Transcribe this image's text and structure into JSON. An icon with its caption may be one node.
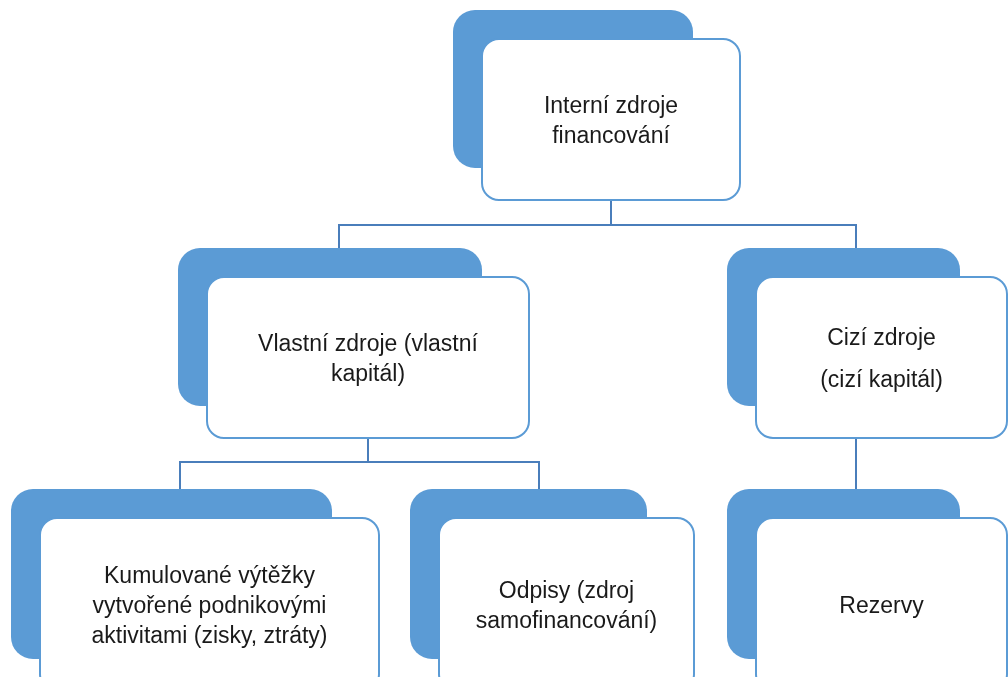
{
  "diagram": {
    "nodes": [
      {
        "text": [
          "Interní zdroje financování"
        ]
      },
      {
        "text": [
          "Vlastní zdroje (vlastní kapitál)"
        ]
      },
      {
        "text": [
          "Cizí zdroje",
          "(cizí kapitál)"
        ]
      },
      {
        "text": [
          "Kumulované výtěžky vytvořené podnikovými aktivitami (zisky, ztráty)"
        ]
      },
      {
        "text": [
          "Odpisy (zdroj samofinancování)"
        ]
      },
      {
        "text": [
          "Rezervy"
        ]
      }
    ],
    "edges": [
      {
        "from": 0,
        "to": 1,
        "arrow": "none"
      },
      {
        "from": 0,
        "to": 2,
        "arrow": "none"
      },
      {
        "from": 1,
        "to": 3,
        "arrow": "none"
      },
      {
        "from": 1,
        "to": 4,
        "arrow": "none"
      },
      {
        "from": 2,
        "to": 5,
        "arrow": "none"
      }
    ]
  }
}
